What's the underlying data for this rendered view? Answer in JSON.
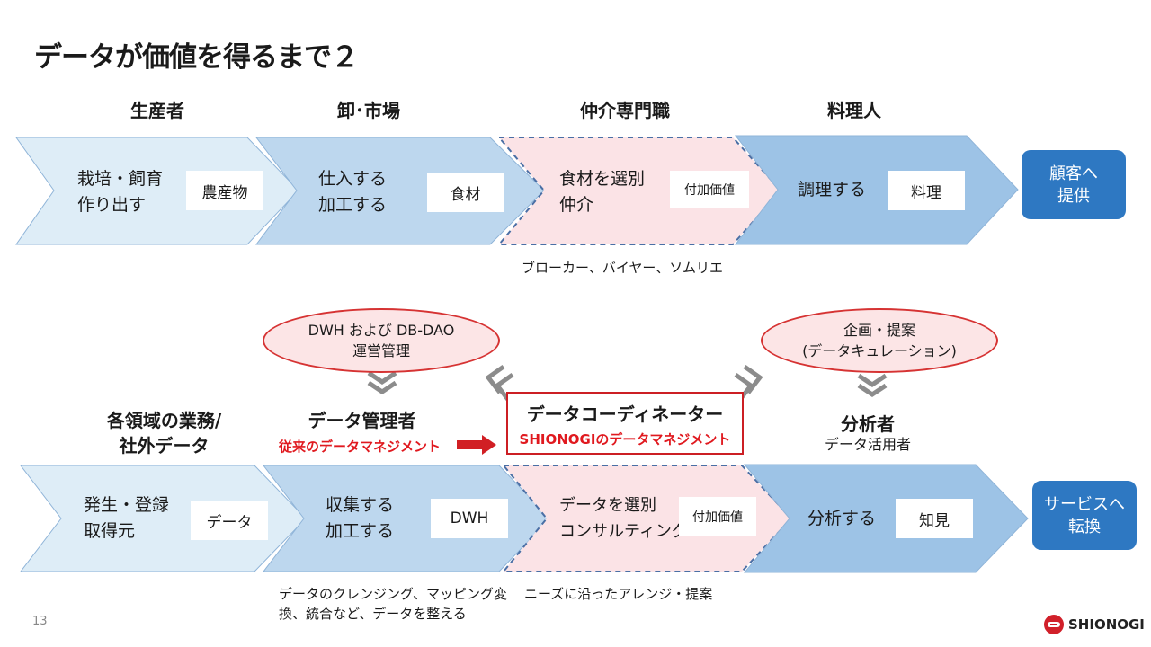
{
  "title": "データが価値を得るまで２",
  "top_roles": [
    "生産者",
    "卸･市場",
    "仲介専門職",
    "料理人"
  ],
  "top_flow": [
    {
      "label": [
        "栽培・飼育",
        "作り出す"
      ],
      "box": "農産物"
    },
    {
      "label": [
        "仕入する",
        "加工する"
      ],
      "box": "食材"
    },
    {
      "label": [
        "食材を選別",
        "仲介"
      ],
      "box": "付加価値"
    },
    {
      "label": [
        "調理する"
      ],
      "box": "料理"
    }
  ],
  "top_cta": [
    "顧客へ",
    "提供"
  ],
  "top_note": "ブローカー、バイヤー、ソムリエ",
  "ellipse_left": [
    "DWH および DB-DAO",
    "運営管理"
  ],
  "ellipse_right": [
    "企画・提案",
    "(データキュレーション)"
  ],
  "bottom_roles": {
    "r1": [
      "各領域の業務/",
      "社外データ"
    ],
    "r2": "データ管理者",
    "r2_sub": "従来のデータマネジメント",
    "r3": "データコーディネーター",
    "r3_sub": "SHIONOGIのデータマネジメント",
    "r4": "分析者",
    "r4_sub": "データ活用者"
  },
  "bottom_flow": [
    {
      "label": [
        "発生・登録",
        "取得元"
      ],
      "box": "データ"
    },
    {
      "label": [
        "収集する",
        "加工する"
      ],
      "box": "DWH"
    },
    {
      "label": [
        "データを選別",
        "コンサルティング"
      ],
      "box": "付加価値"
    },
    {
      "label": [
        "分析する"
      ],
      "box": "知見"
    }
  ],
  "bottom_cta": [
    "サービスへ",
    "転換"
  ],
  "bottom_note_left": [
    "データのクレンジング、マッピング変",
    "換、統合など、データを整える"
  ],
  "bottom_note_mid": "ニーズに沿ったアレンジ・提案",
  "page_number": "13",
  "logo": "SHIONOGI",
  "colors": {
    "chevron_light": "#deedf7",
    "chevron_mid": "#bdd7ee",
    "chevron_dark": "#9dc3e6",
    "chevron_pink": "#fbe3e6",
    "cta": "#2e78c2",
    "accent_red": "#e0191f"
  }
}
